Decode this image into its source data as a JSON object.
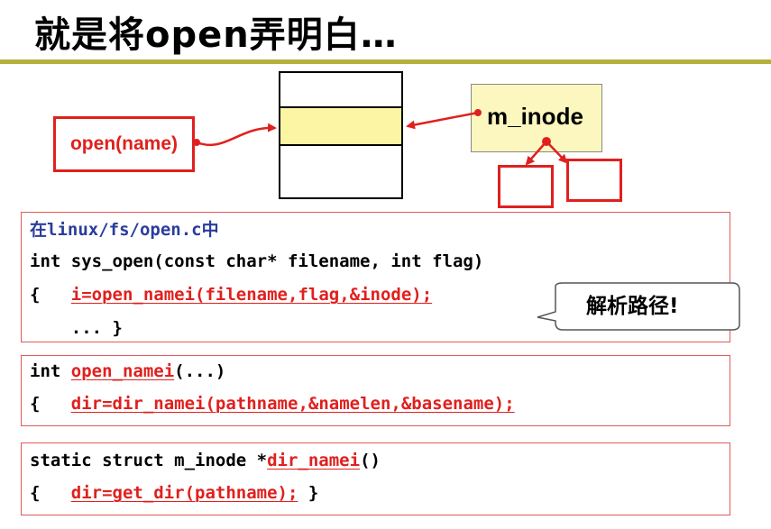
{
  "title": "就是将open弄明白…",
  "diagram": {
    "open_call_label": "open(name)",
    "inode_label": "m_inode"
  },
  "code_block_1": {
    "file_label": "在linux/fs/open.c中",
    "line1": "int sys_open(const char* filename, int flag)",
    "line2_brace": "{",
    "line2_code": "i=open_namei(filename,flag,&inode);",
    "line3": "... }"
  },
  "code_block_2": {
    "line1_prefix": "int ",
    "line1_func": "open_namei",
    "line1_suffix": "(...)",
    "line2_brace": "{",
    "line2_code": "dir=dir_namei(pathname,&namelen,&basename);"
  },
  "code_block_3": {
    "line1_prefix": "static struct m_inode *",
    "line1_func": "dir_namei",
    "line1_suffix": "()",
    "line2_brace": "{",
    "line2_code": "dir=get_dir(pathname);",
    "line2_close": "}"
  },
  "callout": {
    "text": "解析路径!"
  }
}
